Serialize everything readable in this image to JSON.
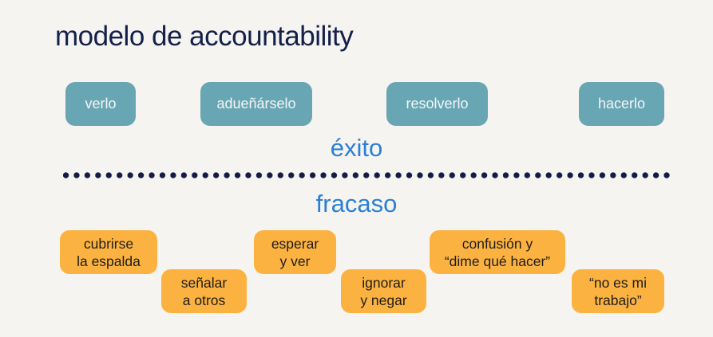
{
  "title": "modelo de accountability",
  "success_steps": [
    {
      "label": "verlo"
    },
    {
      "label": "adueñárselo"
    },
    {
      "label": "resolverlo"
    },
    {
      "label": "hacerlo"
    }
  ],
  "success_label": "éxito",
  "failure_label": "fracaso",
  "failure_items": [
    {
      "line1": "cubrirse",
      "line2": "la espalda"
    },
    {
      "line1": "señalar",
      "line2": "a otros"
    },
    {
      "line1": "esperar",
      "line2": "y ver"
    },
    {
      "line1": "ignorar",
      "line2": "y negar"
    },
    {
      "line1": "confusión y",
      "line2": "“dime qué hacer”"
    },
    {
      "line1": "“no es mi",
      "line2": "trabajo”"
    }
  ],
  "colors": {
    "title": "#15204a",
    "success_box": "#68a6b3",
    "failure_box": "#fcb240",
    "section_label": "#2b7fd6",
    "divider_dots": "#141c45",
    "background": "#f5f4f0"
  }
}
